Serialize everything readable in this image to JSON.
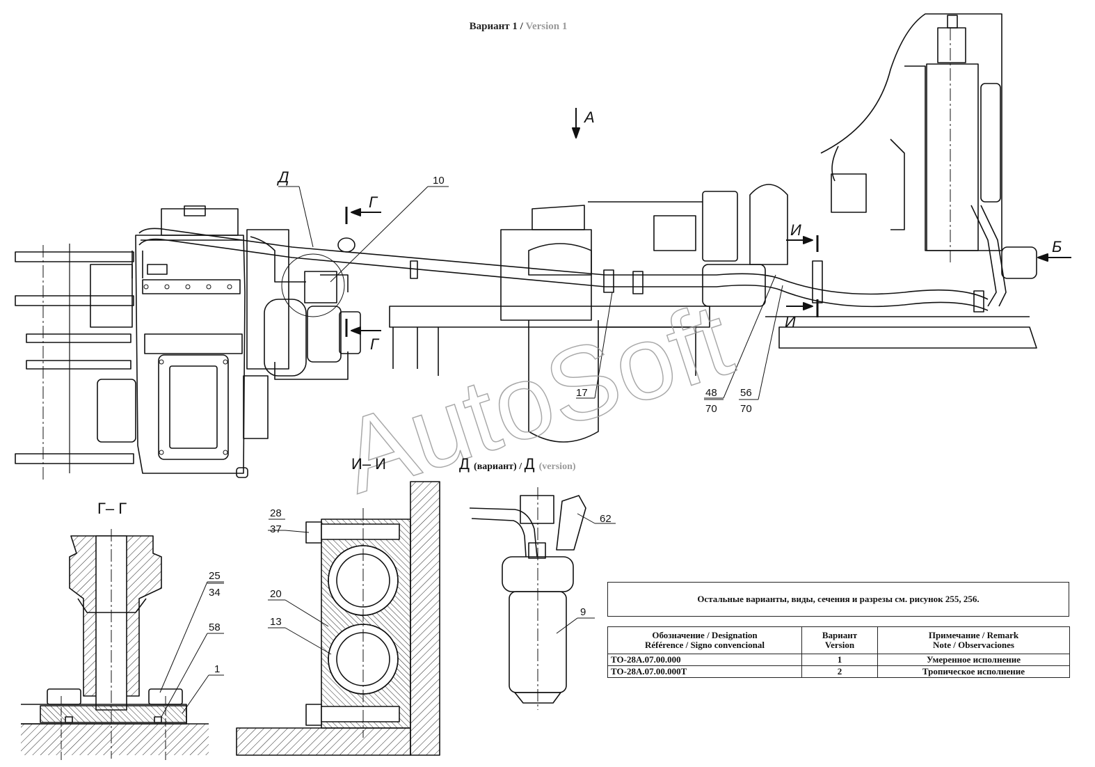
{
  "header": {
    "title_ru": "Вариант 1",
    "separator": " / ",
    "title_en": "Version 1"
  },
  "watermark": "AutoSoft",
  "views": {
    "arrow_a": "А",
    "arrow_b": "Б",
    "section_g_top": "Г",
    "section_g_bottom": "Г",
    "section_i_top": "И",
    "section_i_bottom": "И",
    "view_d_marker": "Д",
    "section_gg": "Г– Г",
    "section_ii": "И– И",
    "view_d_letter": "Д",
    "view_d_ru": "(вариант)",
    "view_d_sep": " / ",
    "view_d_letter2": "Д",
    "view_d_en": "(version)"
  },
  "callouts": {
    "c10": "10",
    "c17": "17",
    "c48": "48",
    "c70a": "70",
    "c56": "56",
    "c70b": "70",
    "c25": "25",
    "c34": "34",
    "c58": "58",
    "c1": "1",
    "c28": "28",
    "c37": "37",
    "c20": "20",
    "c13": "13",
    "c62": "62",
    "c9": "9"
  },
  "note": "Остальные варианты, виды, сечения и разрезы см. рисунок 255, 256.",
  "table": {
    "headers": [
      {
        "l1": "Обозначение / Designation",
        "l2": "Référence / Signo convencional"
      },
      {
        "l1": "Вариант",
        "l2": "Version"
      },
      {
        "l1": "Примечание / Remark",
        "l2": "Note / Observaciones"
      }
    ],
    "rows": [
      {
        "designation": "ТО-28А.07.00.000",
        "version": "1",
        "remark": "Умеренное исполнение"
      },
      {
        "designation": "ТО-28А.07.00.000Т",
        "version": "2",
        "remark": "Тропическое исполнение"
      }
    ]
  }
}
